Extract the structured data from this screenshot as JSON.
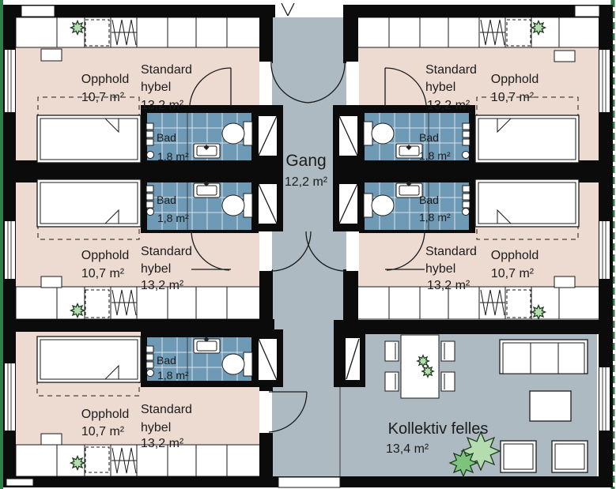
{
  "plan": {
    "rooms": {
      "opphold": {
        "name": "Opphold",
        "area": "10,7 m²"
      },
      "standard_hybel": {
        "name_line1": "Standard",
        "name_line2": "hybel",
        "area": "13,2 m²"
      },
      "bad": {
        "name": "Bad",
        "area": "1,8 m²"
      },
      "gang": {
        "name": "Gang",
        "area": "12,2 m²"
      },
      "kollektiv_felles": {
        "name": "Kollektiv felles",
        "area": "13,4 m²"
      }
    },
    "colors": {
      "wall": "#0b0b0b",
      "living_fill": "#eddbd2",
      "bathroom_fill": "#6f9ab5",
      "corridor_fill": "#aebac2",
      "plant_light": "#b5dcae",
      "plant_medium": "#7cc47c",
      "site_boundary": "#2f7d4b"
    }
  }
}
